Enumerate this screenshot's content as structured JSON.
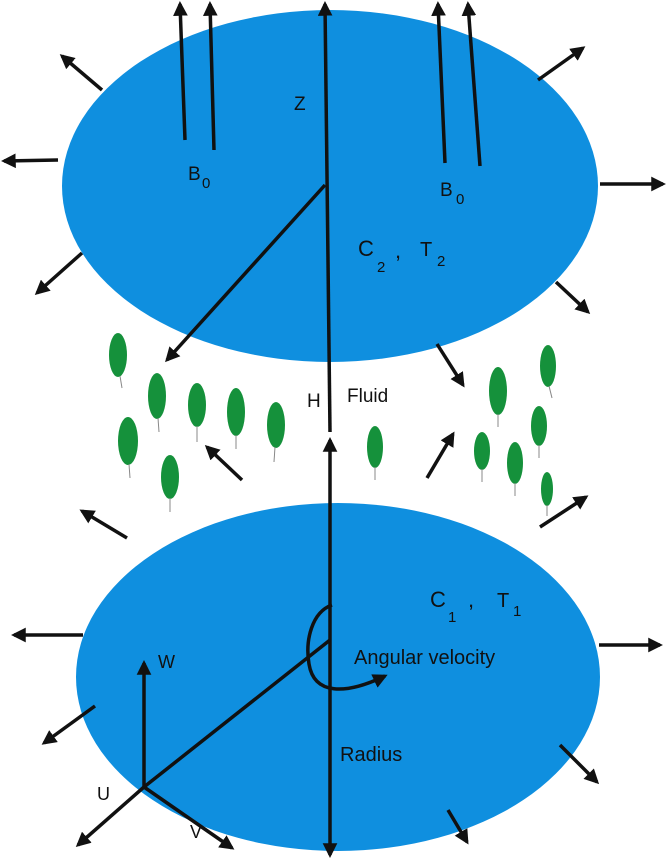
{
  "labels": {
    "z": "Z",
    "b0_left": "B",
    "b0_left_sub": "0",
    "b0_right": "B",
    "b0_right_sub": "0",
    "c2": "C",
    "c2_sub": "2",
    "t2": "T",
    "t2_sub": "2",
    "comma_top": ",",
    "h": "H",
    "fluid": "Fluid",
    "c1": "C",
    "c1_sub": "1",
    "t1": "T",
    "t1_sub": "1",
    "comma_bottom": ",",
    "angular_velocity": "Angular velocity",
    "w": "W",
    "u": "U",
    "v": "V",
    "radius": "Radius"
  },
  "colors": {
    "disk": "#0f8fdf",
    "particle": "#15913b",
    "arrow": "#111111"
  }
}
